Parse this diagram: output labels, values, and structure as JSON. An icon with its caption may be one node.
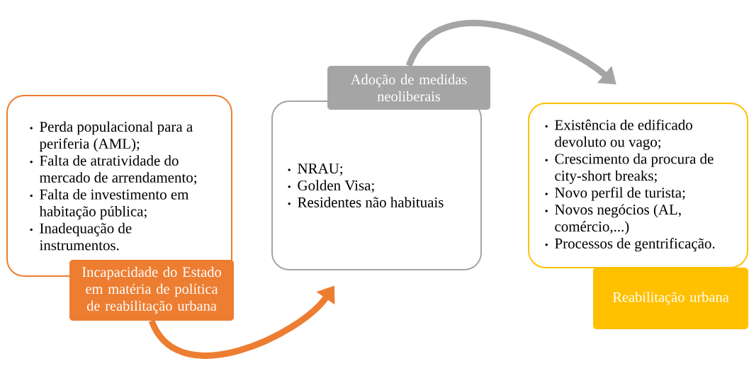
{
  "diagram": {
    "nodes": [
      {
        "text": [
          "Perda populacional para a periferia (AML);",
          "Falta de atratividade do mercado de arrendamento;",
          "Falta de investimento em habitação pública;",
          "Inadequação de instrumentos."
        ]
      },
      {
        "text": [
          "Incapacidade do Estado em matéria de política de reabilitação urbana"
        ]
      },
      {
        "text": [
          "NRAU;",
          "Golden Visa;",
          "Residentes não habituais"
        ]
      },
      {
        "text": [
          "Adoção de medidas neoliberais"
        ]
      },
      {
        "text": [
          "Existência de edificado devoluto ou vago;",
          "Crescimento da procura de city-short breaks;",
          "Novo perfil de turista;",
          "Novos negócios (AL, comércio,...)",
          "Processos de gentrificação."
        ]
      },
      {
        "text": [
          "Reabilitação urbana"
        ]
      }
    ],
    "edges": [
      {
        "from": 1,
        "to": 2,
        "arrow": "to",
        "color": "#ed7d31"
      },
      {
        "from": 3,
        "to": 4,
        "arrow": "to",
        "color": "#a5a5a5"
      }
    ]
  }
}
